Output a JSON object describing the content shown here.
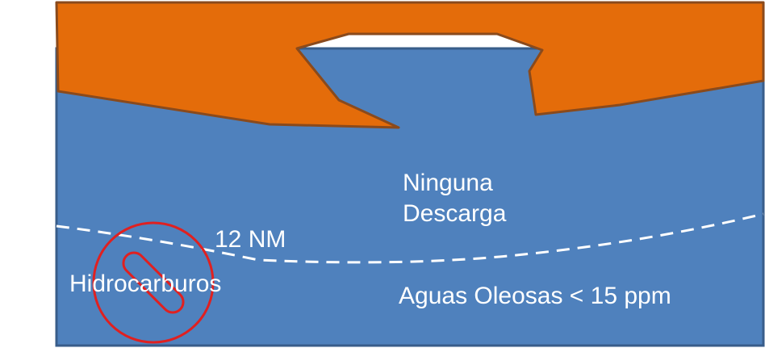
{
  "labels": {
    "no_discharge_line1": "Ninguna",
    "no_discharge_line2": "Descarga",
    "limit": "12 NM",
    "prohibited": "Hidrocarburos",
    "oily_water": "Aguas Oleosas < 15 ppm"
  },
  "icons": {
    "prohibited": "no-entry-icon"
  },
  "colors": {
    "sea": "#4f81bd",
    "sea_border": "#385d8a",
    "land": "#e46c0a",
    "land_border": "#8a4a1c",
    "boundary_line": "#ffffff",
    "prohibition": "#e02020"
  }
}
